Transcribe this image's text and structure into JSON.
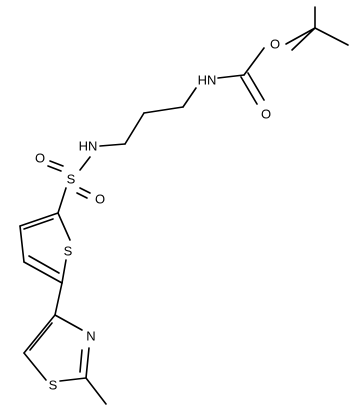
{
  "colors": {
    "bond": "#000000",
    "background": "#ffffff",
    "label": "#000000"
  },
  "molecule": {
    "atoms": {
      "o_ester": "O",
      "nh_carbamate": "HN",
      "o_carbonyl": "O",
      "nh_sulfonamide": "HN",
      "s_sulfonyl": "S",
      "o_sulfonyl_1": "O",
      "o_sulfonyl_2": "O",
      "s_thiophene": "S",
      "n_thiazole": "N",
      "s_thiazole": "S"
    }
  }
}
